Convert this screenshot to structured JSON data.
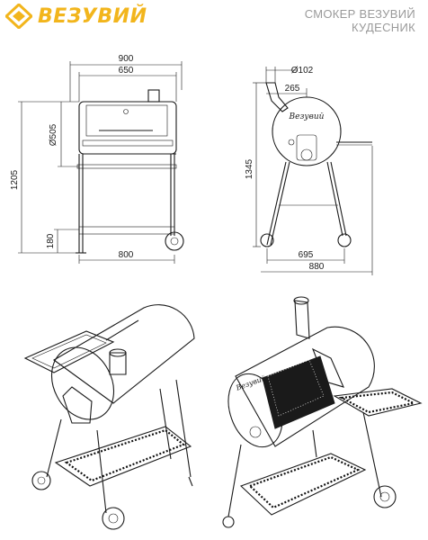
{
  "header": {
    "brand": "ВЕЗУВИЙ",
    "title_line1": "СМОКЕР ВЕЗУВИЙ",
    "title_line2": "КУДЕСНИК"
  },
  "front_view": {
    "dim_overall_width": "900",
    "dim_barrel_width": "650",
    "dim_barrel_diameter": "Ø505",
    "dim_total_height": "1205",
    "dim_wheel_height": "180",
    "dim_leg_span": "800"
  },
  "side_view": {
    "dim_chimney_diameter": "Ø102",
    "dim_chimney_offset": "265",
    "dim_total_height": "1345",
    "dim_leg_span": "695",
    "dim_overall_depth": "880",
    "barrel_logo": "Везувий"
  },
  "iso_view": {
    "lid_logo": "Везувий"
  },
  "colors": {
    "brand_yellow": "#f2b51c",
    "header_grey": "#9a9a9a",
    "line": "#1a1a1a"
  }
}
